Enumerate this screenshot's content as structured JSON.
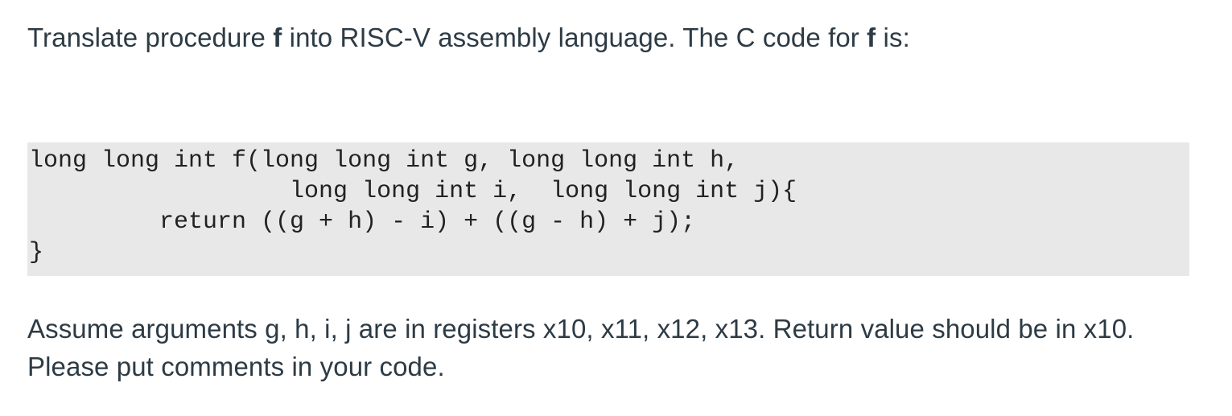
{
  "question": {
    "intro_before": "Translate procedure ",
    "intro_f1": "f",
    "intro_mid": " into RISC-V assembly language. The C code for ",
    "intro_f2": "f",
    "intro_after": " is:",
    "code_lines": [
      "long long int f(long long int g, long long int h,",
      "                  long long int i,  long long int j){",
      "         return ((g + h) - i) + ((g - h) + j);",
      "}"
    ],
    "assumption": "Assume arguments g, h, i, j are in registers x10, x11, x12, x13. Return value should be in x10. Please put comments in your code."
  }
}
